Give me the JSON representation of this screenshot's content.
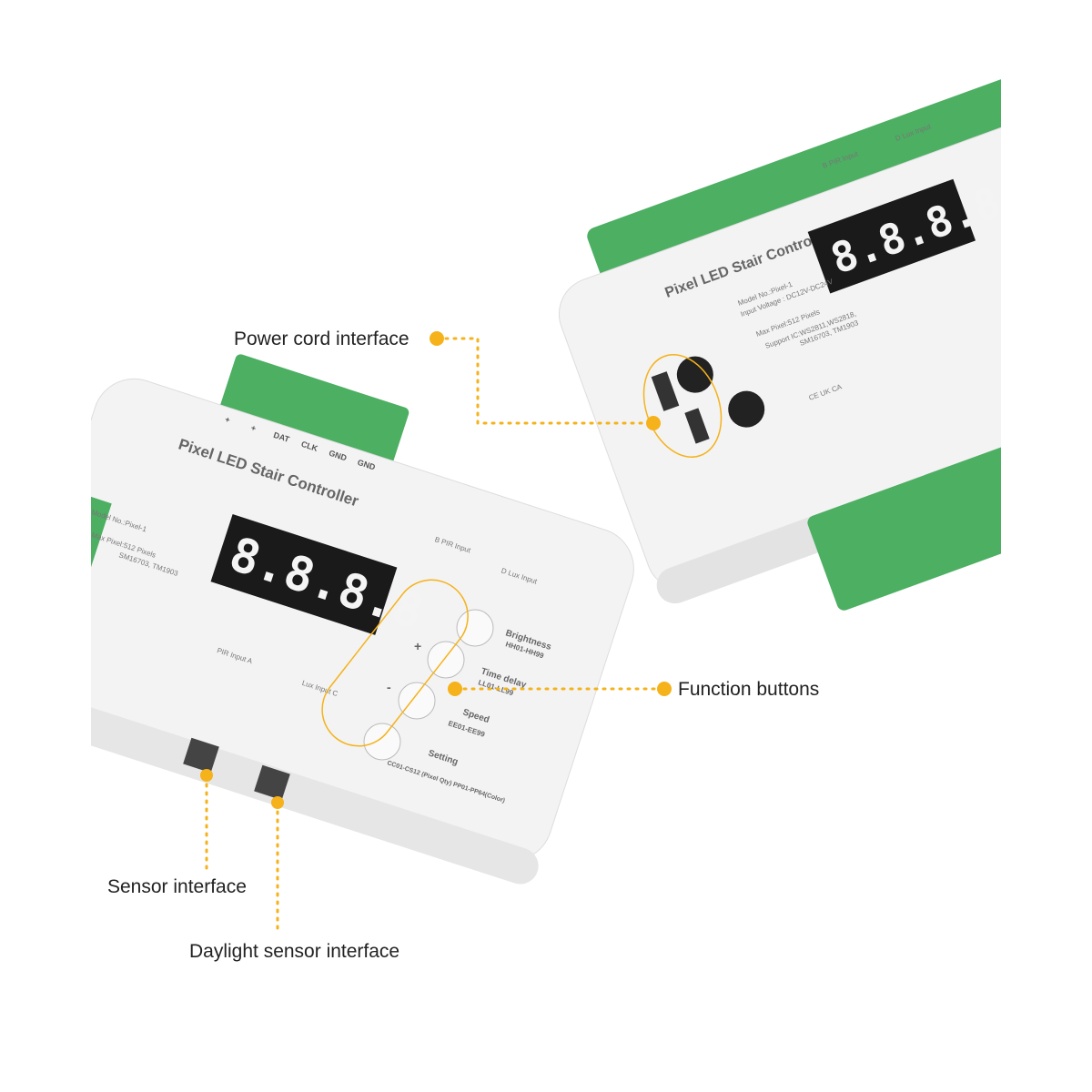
{
  "colors": {
    "accent": "#f5b21a",
    "terminal": "#4caf62",
    "body": "#f3f3f3",
    "display": "#1a1a1a"
  },
  "callouts": {
    "power": "Power cord interface",
    "function": "Function buttons",
    "sensor": "Sensor interface",
    "daylight": "Daylight sensor interface"
  },
  "device": {
    "title": "Pixel LED Stair Controller",
    "display": "8.8.8.8",
    "specs": [
      "Model No.:Pixel-1",
      "Input Voltage : DC12V-DC24V",
      "Max Pixel:512 Pixels",
      "Support IC:WS2811,WS2818,",
      "SM16703, TM1903"
    ],
    "terminals": [
      "+",
      "+",
      "DAT",
      "CLK",
      "GND",
      "GND"
    ],
    "pir_b": "B PIR Input",
    "lux_d": "D Lux Input",
    "pir_a": "PIR Input A",
    "lux_c": "Lux Input C",
    "plus": "+",
    "minus": "-",
    "marks": "CE  UK CA",
    "buttons": [
      {
        "label": "Brightness",
        "range": "HH01-HH99"
      },
      {
        "label": "Time delay",
        "range": "LL01-LL99"
      },
      {
        "label": "Speed",
        "range": "EE01-EE99"
      },
      {
        "label": "Setting",
        "range": "CC01-CS12 (Pixel Qty) PP01-PP64(Color)"
      }
    ]
  }
}
